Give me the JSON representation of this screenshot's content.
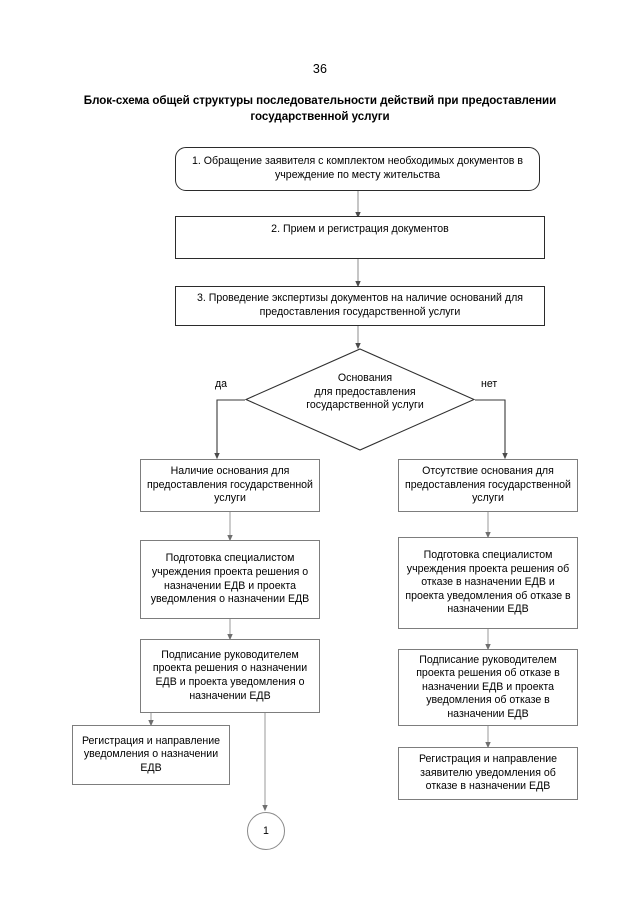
{
  "document": {
    "page_number": "36",
    "title": "Блок-схема общей структуры последовательности действий при предоставлении государственной услуги"
  },
  "flowchart": {
    "type": "flowchart",
    "nodes": {
      "step1": "1. Обращение заявителя с комплектом необходимых документов в учреждение  по месту жительства",
      "step2": "2. Прием и регистрация документов",
      "step3": "3. Проведение экспертизы документов на наличие оснований для  предоставления государственной услуги",
      "decision": "Основания\nдля предоставления\nгосударственной услуги",
      "branch_yes": "да",
      "branch_no": "нет",
      "left1": "Наличие основания для предоставления государственной услуги",
      "left2": "Подготовка специалистом учреждения проекта решения о назначении ЕДВ и проекта уведомления о назначении ЕДВ",
      "left3": "Подписание руководителем проекта решения о назначении ЕДВ и проекта уведомления о назначении ЕДВ",
      "left4": "Регистрация и направление уведомления о назначении ЕДВ",
      "right1": "Отсутствие основания для предоставления государственной услуги",
      "right2": "Подготовка специалистом учреждения проекта решения об отказе в назначении ЕДВ и проекта уведомления об отказе в назначении ЕДВ",
      "right3": "Подписание руководителем проекта решения об отказе в назначении ЕДВ и проекта уведомления об отказе в назначении ЕДВ",
      "right4": "Регистрация и направление заявителю уведомления об отказе в назначении ЕДВ",
      "connector": "1"
    }
  }
}
